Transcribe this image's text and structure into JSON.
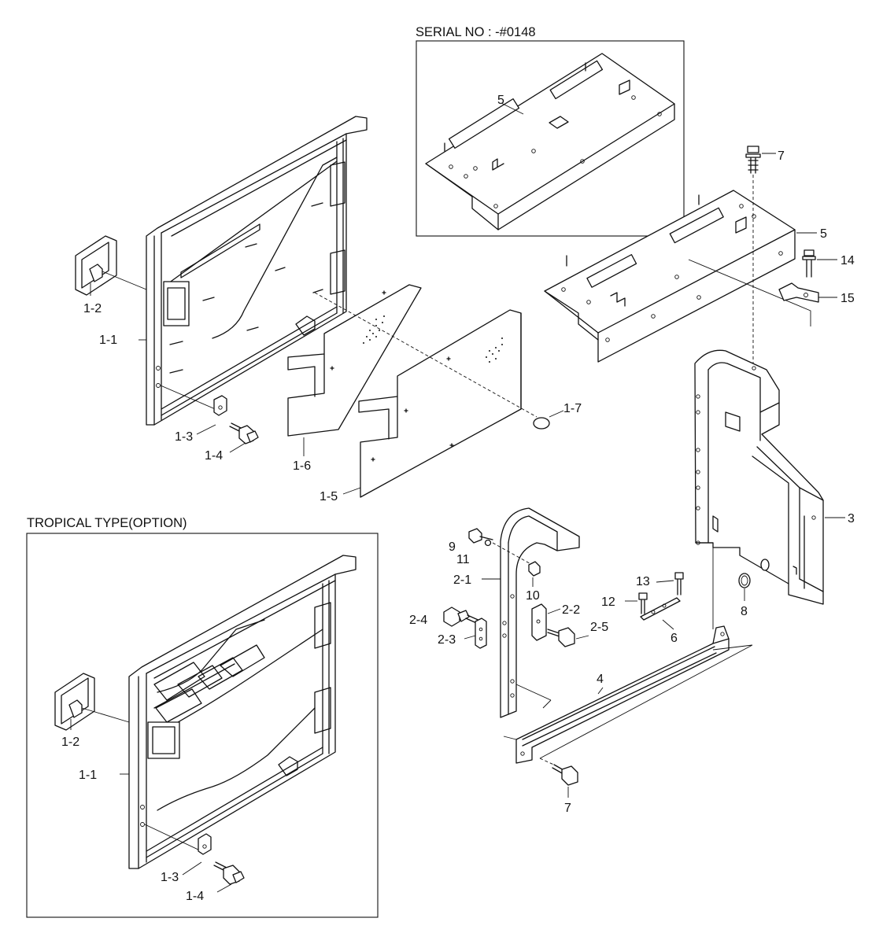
{
  "headers": {
    "serial": "SERIAL NO : -#0148",
    "tropical": "TROPICAL TYPE(OPTION)"
  },
  "callouts": {
    "c1_1": "1-1",
    "c1_2": "1-2",
    "c1_3": "1-3",
    "c1_4": "1-4",
    "c1_5": "1-5",
    "c1_6": "1-6",
    "c1_7": "1-7",
    "t1_1": "1-1",
    "t1_2": "1-2",
    "t1_3": "1-3",
    "t1_4": "1-4",
    "c2_1": "2-1",
    "c2_2": "2-2",
    "c2_3": "2-3",
    "c2_4": "2-4",
    "c2_5": "2-5",
    "c3": "3",
    "c4": "4",
    "c5_box": "5",
    "c5": "5",
    "c6": "6",
    "c7_top": "7",
    "c7_bottom": "7",
    "c8": "8",
    "c9": "9",
    "c10": "10",
    "c11": "11",
    "c12": "12",
    "c13": "13",
    "c14": "14",
    "c15": "15"
  }
}
